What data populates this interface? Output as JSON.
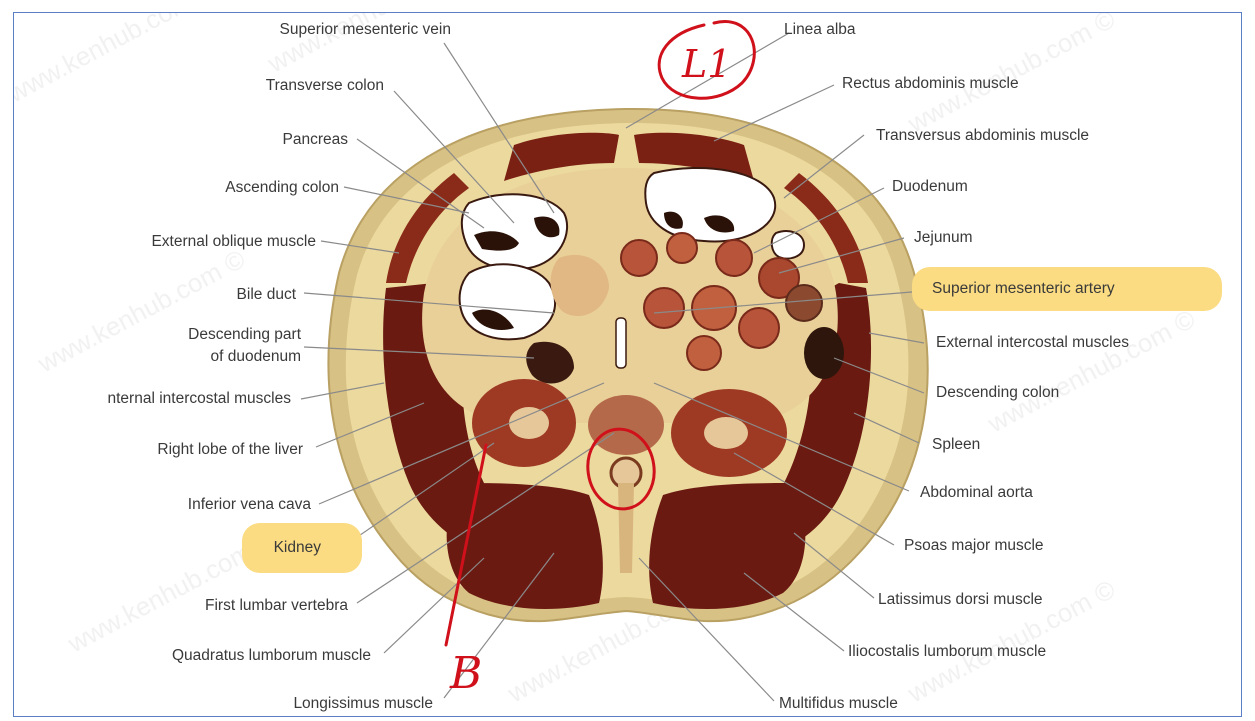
{
  "labels_left": [
    {
      "key": "superior_mesenteric_vein",
      "text": "Superior mesenteric vein"
    },
    {
      "key": "transverse_colon",
      "text": "Transverse colon"
    },
    {
      "key": "pancreas",
      "text": "Pancreas"
    },
    {
      "key": "ascending_colon",
      "text": "Ascending colon"
    },
    {
      "key": "external_oblique",
      "text": "External oblique muscle"
    },
    {
      "key": "bile_duct",
      "text": "Bile duct"
    },
    {
      "key": "descending_part_1",
      "text": "Descending part"
    },
    {
      "key": "descending_part_2",
      "text": "of duodenum"
    },
    {
      "key": "internal_intercostal",
      "text": "nternal intercostal muscles"
    },
    {
      "key": "right_lobe_liver",
      "text": "Right lobe of the liver"
    },
    {
      "key": "inferior_vena_cava",
      "text": "Inferior vena cava"
    },
    {
      "key": "kidney",
      "text": "Kidney"
    },
    {
      "key": "first_lumbar_vertebra",
      "text": "First lumbar vertebra"
    },
    {
      "key": "quadratus_lumborum",
      "text": "Quadratus lumborum muscle"
    },
    {
      "key": "longissimus",
      "text": "Longissimus muscle"
    }
  ],
  "labels_right": [
    {
      "key": "linea_alba",
      "text": "Linea alba"
    },
    {
      "key": "rectus_abdominis",
      "text": "Rectus abdominis muscle"
    },
    {
      "key": "transversus_abdominis",
      "text": "Transversus abdominis muscle"
    },
    {
      "key": "duodenum",
      "text": "Duodenum"
    },
    {
      "key": "jejunum",
      "text": "Jejunum"
    },
    {
      "key": "superior_mesenteric_artery",
      "text": "Superior mesenteric artery"
    },
    {
      "key": "external_intercostal",
      "text": "External intercostal muscles"
    },
    {
      "key": "descending_colon",
      "text": "Descending colon"
    },
    {
      "key": "spleen",
      "text": "Spleen"
    },
    {
      "key": "abdominal_aorta",
      "text": "Abdominal aorta"
    },
    {
      "key": "psoas_major",
      "text": "Psoas major muscle"
    },
    {
      "key": "latissimus_dorsi",
      "text": "Latissimus dorsi muscle"
    },
    {
      "key": "iliocostalis_lumborum",
      "text": "Iliocostalis lumborum muscle"
    },
    {
      "key": "multifidus",
      "text": "Multifidus muscle"
    }
  ],
  "annotations": {
    "level_text": "L1",
    "mark_text": "B"
  },
  "watermark": "www.kenhub.com ©",
  "colors": {
    "frame_border": "#5b7fc4",
    "highlight": "#fbdc82",
    "annotation_ink": "#d0101a",
    "fat": "#e8d494",
    "muscle": "#6b1a12",
    "skin": "#d8c184",
    "leader_line": "#8a8a8a"
  }
}
